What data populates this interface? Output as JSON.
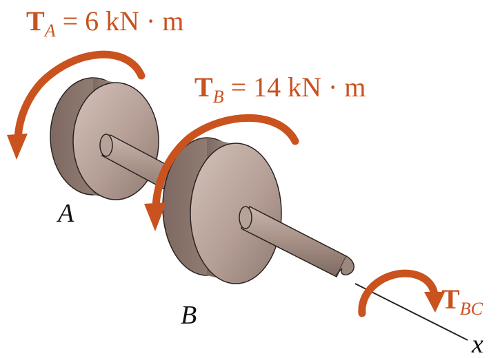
{
  "colors": {
    "torque_arrow": "#c9521e",
    "torque_label": "#c9521e",
    "disk_face": "#b8a39a",
    "disk_rim": "#9b847b",
    "shaft": "#a8938a",
    "outline": "#2a2220",
    "text": "#111111"
  },
  "torques": {
    "ta": {
      "symbol": "T",
      "sub": "A",
      "rest": " = 6 kN · m"
    },
    "tb": {
      "symbol": "T",
      "sub": "B",
      "rest": " = 14 kN · m"
    },
    "tbc": {
      "symbol": "T",
      "sub": "BC"
    }
  },
  "points": {
    "a": "A",
    "b": "B",
    "x_axis": "x"
  }
}
